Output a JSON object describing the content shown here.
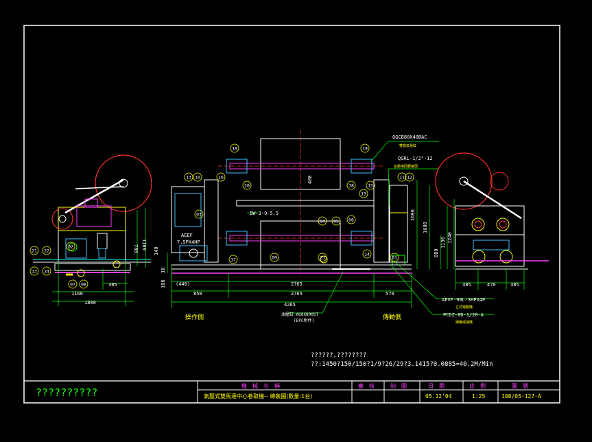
{
  "callouts": {
    "cylinder_model": "QGCB80X40BAC",
    "cylinder_desc": "雙擺氣壓缸",
    "joint_model": "QSRL-1/2\"-12",
    "joint_desc": "氣壓用回轉接頭",
    "encoder": "BW-3-9-5.5",
    "left_motor_model": "AEEF",
    "left_motor_power": "7.5PX4HP",
    "right_motor_model": "AEVF-90L-3HPX4P",
    "right_motor_desc": "立式電動機",
    "reducer_model": "PCDZ-8D-1/20-A",
    "reducer_desc": "蝸輪減速機",
    "epc_model": "油壓缸 AG0X800ST",
    "epc_desc": "(EPC附件)",
    "side_operate": "操作側",
    "side_drive": "傳動側"
  },
  "part_numbers": [
    "18",
    "19",
    "13",
    "10",
    "16",
    "20",
    "18",
    "15",
    "11",
    "12",
    "19",
    "17",
    "04",
    "05",
    "06",
    "03",
    "09",
    "02",
    "14",
    "07",
    "08",
    "21",
    "22",
    "13",
    "24",
    "23",
    "01"
  ],
  "dimensions": {
    "left_1800": "1800",
    "left_1160": "1160",
    "left_385": "385",
    "left_780": "780",
    "left_1160_v": "1160",
    "front_440": "(440)",
    "front_850": "850",
    "front_2765_a": "2765",
    "front_2765_b": "2765",
    "front_570": "570",
    "front_4265": "4265",
    "front_140": "140",
    "front_10": "10",
    "front_106": "106",
    "front_1690": "1690",
    "front_1680": "1680",
    "front_480": "480",
    "right_385_a": "385",
    "right_470": "470",
    "right_385_b": "385",
    "right_1240": "1240",
    "right_1130": "1130",
    "right_880": "880"
  },
  "notes": {
    "line1": "??????,????????",
    "line2": "??:1450?150/150?1/9?26/29?3.1415?0.0885=40.2M/Min"
  },
  "title_block": {
    "company": "??????????",
    "h_name": "機　械　名　稱",
    "machine_name": "氣壓式雙馬達中心卷取機-- 總裝圖(數量:1台)",
    "h_review": "審　核",
    "h_draw": "制　圖",
    "h_date": "日　期",
    "date": "05.12'04",
    "h_scale": "比　例",
    "scale": "1:25",
    "h_drawing_no": "圖　號",
    "drawing_no": "108/05-127-A"
  }
}
